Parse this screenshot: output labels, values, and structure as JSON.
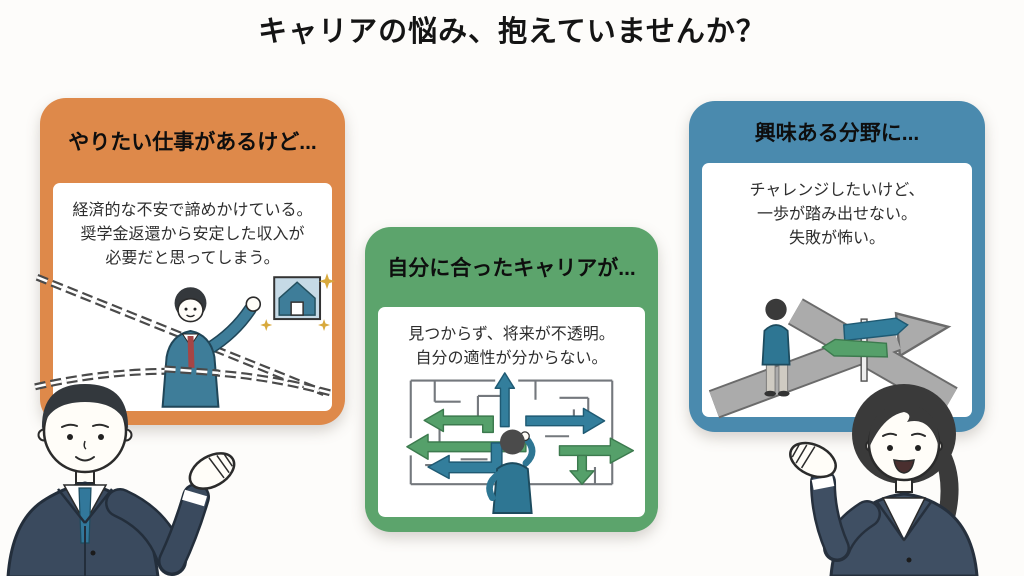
{
  "title": "キャリアの悩み、抱えていませんか？",
  "cards": [
    {
      "key": "job-anxiety",
      "header": "やりたい仕事があるけど...",
      "body": "経済的な不安で諦めかけている。\n奨学金返還から安定した収入が\n必要だと思ってしまう。",
      "accent_color": "#DE894A",
      "illustration": "man-wrapped-in-chains-reaching-for-house"
    },
    {
      "key": "career-fit",
      "header": "自分に合ったキャリアが...",
      "body": "見つからず、将来が不透明。\n自分の適性が分からない。",
      "accent_color": "#5CA46C",
      "illustration": "confused-person-before-arrow-maze"
    },
    {
      "key": "fear-of-failure",
      "header": "興味ある分野に...",
      "body": "チャレンジしたいけど、\n一歩が踏み出せない。\n失敗が怖い。",
      "accent_color": "#4A8AAE",
      "illustration": "person-at-crossroads-with-signpost"
    }
  ],
  "figures": {
    "left": "male-presenter-in-navy-suit-gesturing-right",
    "right": "female-presenter-in-navy-suit-gesturing-left"
  },
  "palette": {
    "background": "#FDFCFA",
    "title_text": "#141414",
    "body_text": "#2E2E2E",
    "card_orange": "#DE894A",
    "card_green": "#5CA46C",
    "card_blue": "#4A8AAE",
    "suit_navy": "#3A4A5E",
    "illustration_teal": "#3E7D99",
    "illustration_green": "#55A06A",
    "tie_red": "#A64545",
    "road_gray": "#ABABAB",
    "sparkle_gold": "#D8A93C"
  }
}
